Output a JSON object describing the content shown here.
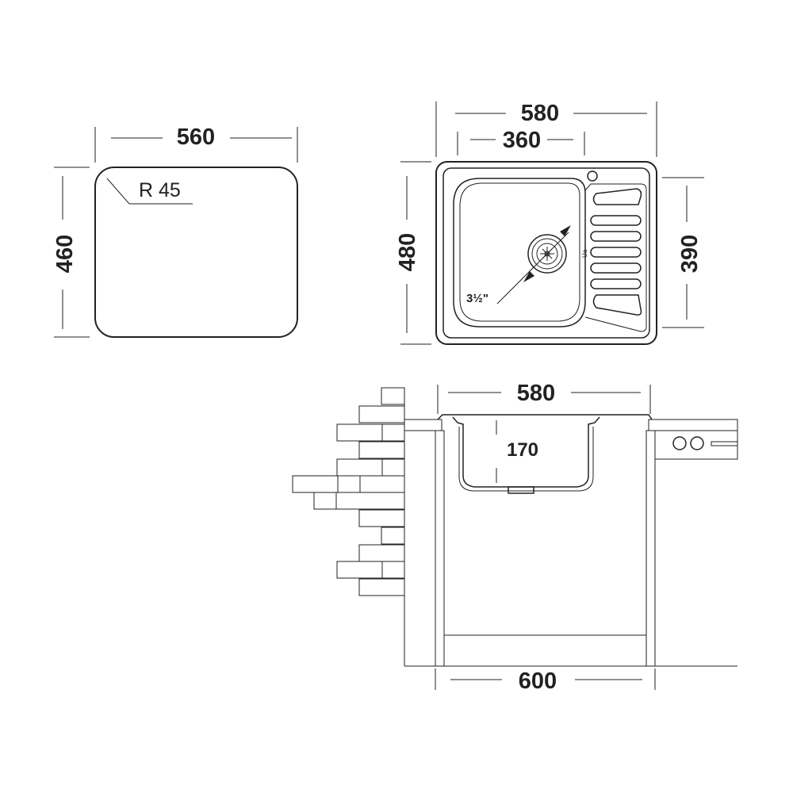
{
  "cutout": {
    "width_label": "560",
    "height_label": "460",
    "radius_label": "R 45"
  },
  "top_view": {
    "overall_width_label": "580",
    "bowl_width_label": "360",
    "overall_height_label": "480",
    "bowl_height_label": "390",
    "drain_label": "3½\""
  },
  "side_view": {
    "sink_width_label": "580",
    "bowl_depth_label": "170",
    "cabinet_width_label": "600"
  }
}
